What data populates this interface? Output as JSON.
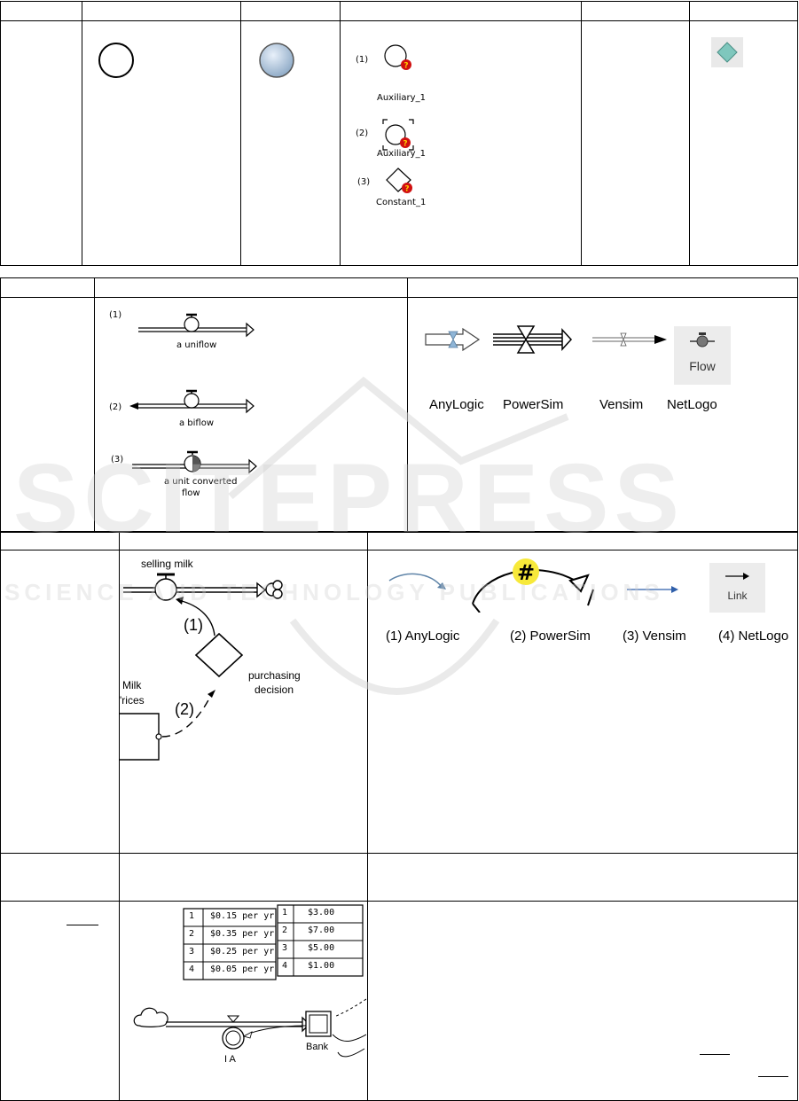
{
  "row1": {
    "captions": [
      "Auxiliary_1",
      "Auxiliary_1",
      "Constant_1"
    ],
    "markers": [
      "(1)",
      "(2)",
      "(3)"
    ],
    "help_glyph": "?"
  },
  "row2": {
    "stella": {
      "markers": [
        "(1)",
        "(2)",
        "(3)"
      ],
      "captions": [
        "a uniflow",
        "a biflow",
        "a unit converted",
        "flow"
      ]
    },
    "tools": [
      "AnyLogic",
      "PowerSim",
      "Vensim",
      "NetLogo"
    ],
    "netlogo_button": "Flow"
  },
  "row3": {
    "left": {
      "selling": "selling milk",
      "purch1": "purchasing",
      "purch2": "decision",
      "milk1": "Milk",
      "milk2": "'rices",
      "m1": "(1)",
      "m2": "(2)"
    },
    "tools": [
      "(1) AnyLogic",
      "(2) PowerSim",
      "(3) Vensim",
      "(4) NetLogo"
    ],
    "hash": "#",
    "netlogo_button": "Link"
  },
  "row5": {
    "table_left": {
      "idx": [
        "1",
        "2",
        "3",
        "4"
      ],
      "values": [
        "$0.15 per yr",
        "$0.35 per yr",
        "$0.25 per yr",
        "$0.05 per yr"
      ]
    },
    "table_right": {
      "idx": [
        "1",
        "2",
        "3",
        "4"
      ],
      "values": [
        "$3.00",
        "$7.00",
        "$5.00",
        "$1.00"
      ]
    },
    "ia": "I A",
    "bank": "Bank"
  }
}
